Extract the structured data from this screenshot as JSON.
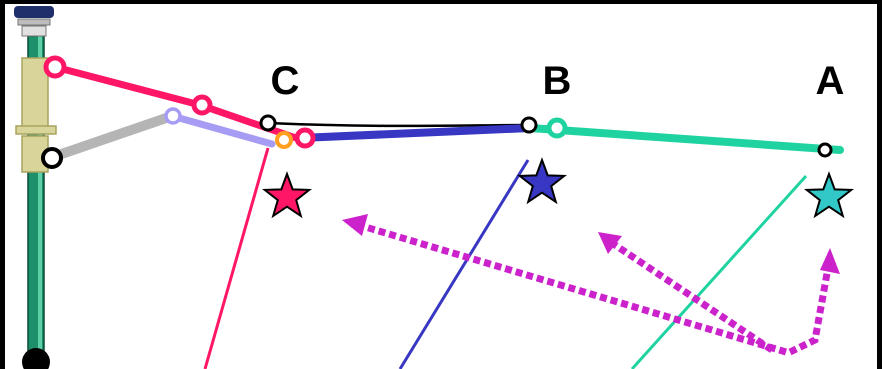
{
  "labels": {
    "c": "C",
    "b": "B",
    "a": "A"
  },
  "colors": {
    "background": "#000000",
    "panel": "#ffffff",
    "pole": "#1e8f6b",
    "insulator": "#d8d49a",
    "insulator_stroke": "#a7a35e",
    "cap": "#1f2f6b",
    "crimson": "#ff1666",
    "lavender": "#a69cf4",
    "gray": "#b5b5b5",
    "orange": "#ffa020",
    "navy": "#3737c4",
    "teal": "#1fd3a0",
    "cyan": "#33c8c8",
    "magenta": "#cc22cc",
    "black": "#000000"
  },
  "icons": {
    "star_c": "crimson-star-icon",
    "star_b": "navy-star-icon",
    "star_a": "cyan-star-icon"
  }
}
